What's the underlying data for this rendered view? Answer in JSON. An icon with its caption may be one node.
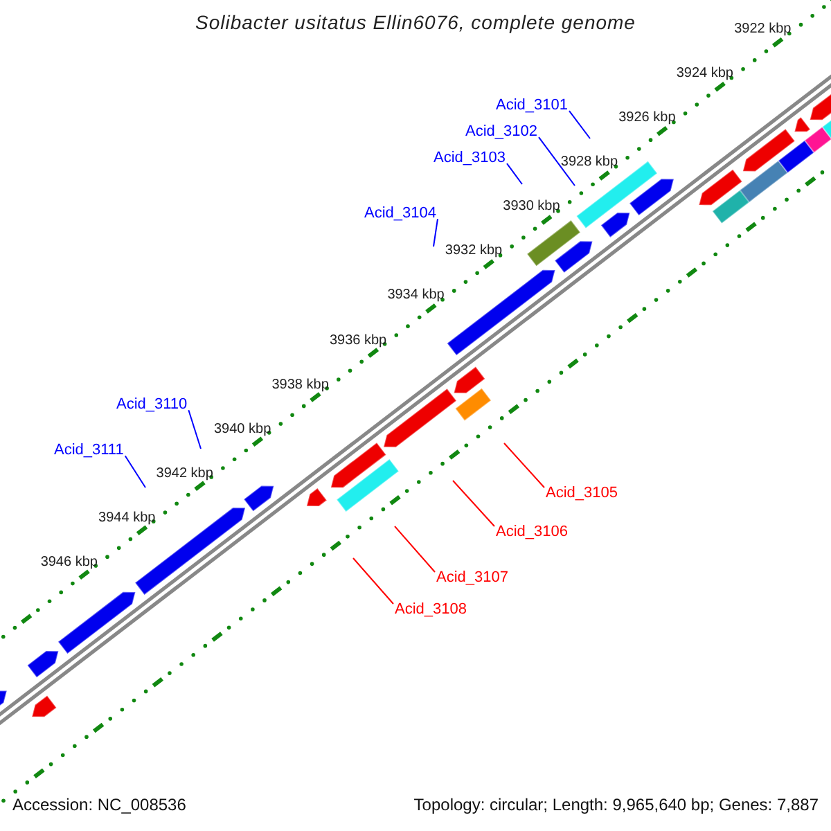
{
  "diagram": {
    "title": "Solibacter usitatus Ellin6076, complete genome",
    "nodes": [
      {
        "text": [
          "Acid_3101"
        ]
      },
      {
        "text": [
          "Acid_3102"
        ]
      },
      {
        "text": [
          "Acid_3103"
        ]
      },
      {
        "text": [
          "Acid_3104"
        ]
      },
      {
        "text": [
          "Acid_3110"
        ]
      },
      {
        "text": [
          "Acid_3111"
        ]
      },
      {
        "text": [
          "Acid_3105"
        ]
      },
      {
        "text": [
          "Acid_3106"
        ]
      },
      {
        "text": [
          "Acid_3107"
        ]
      },
      {
        "text": [
          "Acid_3108"
        ]
      }
    ],
    "edges": [
      {
        "from": 0,
        "to": null,
        "arrow": "none"
      },
      {
        "from": 1,
        "to": null,
        "arrow": "none"
      },
      {
        "from": 2,
        "to": null,
        "arrow": "none"
      },
      {
        "from": 3,
        "to": null,
        "arrow": "none"
      },
      {
        "from": 4,
        "to": null,
        "arrow": "none"
      },
      {
        "from": 5,
        "to": null,
        "arrow": "none"
      },
      {
        "from": 6,
        "to": null,
        "arrow": "none",
        "color": "#ff0000"
      },
      {
        "from": 7,
        "to": null,
        "arrow": "none",
        "color": "#ff0000"
      },
      {
        "from": 8,
        "to": null,
        "arrow": "none",
        "color": "#ff0000"
      },
      {
        "from": 9,
        "to": null,
        "arrow": "none",
        "color": "#ff0000"
      }
    ],
    "labels": [
      "3922 kbp",
      "3924 kbp",
      "3926 kbp",
      "3928 kbp",
      "3930 kbp",
      "3932 kbp",
      "3934 kbp",
      "3936 kbp",
      "3938 kbp",
      "3940 kbp",
      "3942 kbp",
      "3944 kbp",
      "3946 kbp",
      "Accession: NC_008536",
      "Topology: circular; Length: 9,965,640 bp; Genes: 7,887"
    ]
  }
}
